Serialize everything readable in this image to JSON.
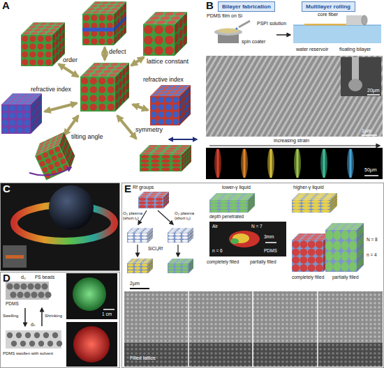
{
  "diagram": {
    "nodes": [
      {
        "text": [
          "A"
        ]
      },
      {
        "text": [
          "B"
        ]
      },
      {
        "text": [
          "Bilayer fabrication"
        ],
        "in": 1
      },
      {
        "text": [
          "Multilayer rolling"
        ],
        "in": 1
      },
      {
        "text": [
          "C"
        ]
      },
      {
        "text": [
          "D"
        ]
      },
      {
        "text": [
          "E"
        ]
      }
    ],
    "labels": [
      "order",
      "defect",
      "lattice constant",
      "refractive index",
      "refractive index",
      "tilting angle",
      "symmetry",
      "PDMS film on Si",
      "PSPI solution",
      "spin coater",
      "core fiber",
      "water reservoir",
      "floating bilayer",
      "20μm",
      "1μm",
      "increasing strain",
      "50μm",
      "PS beads",
      "d₀",
      "PDMS",
      "Swelling",
      "Shrinking",
      "dₛ",
      "PDMS swollen with solvent",
      "1 cm",
      "Rf groups",
      "O₂ plasma (short t₁)",
      "O₂ plasma (short t₂)",
      "SiCl₃Rf",
      "lower-γ liquid",
      "higher-γ liquid",
      "depth penetrated",
      "N = 7",
      "Air",
      "3mm",
      "n = 6",
      "PDMS",
      "completely filled",
      "partially filled",
      "N = 8",
      "n = 4",
      "completely filled",
      "partially filled",
      "2μm",
      "Filled lattice"
    ]
  }
}
